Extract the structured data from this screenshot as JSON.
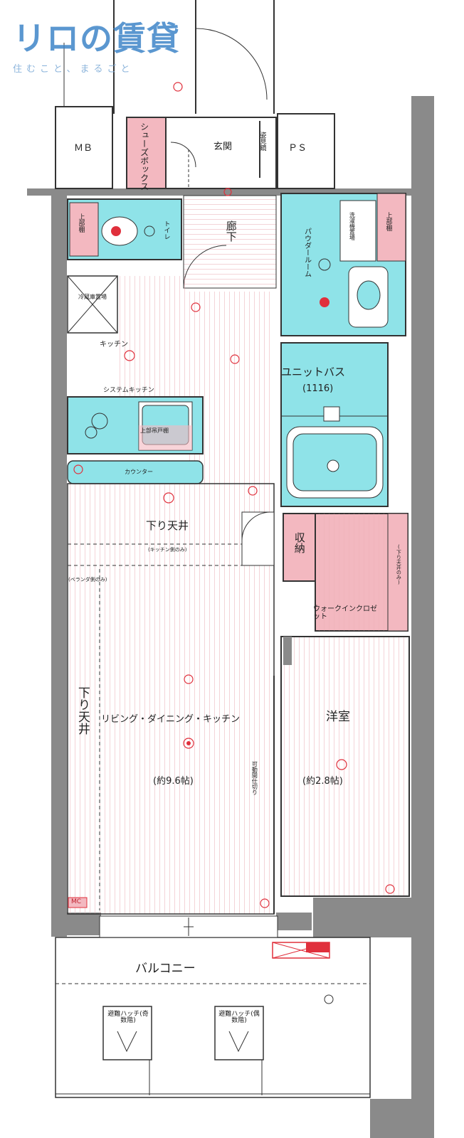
{
  "logo": {
    "text": "リロの賃貸",
    "tagline": "住むこと、まるごと"
  },
  "rooms": {
    "mb": "ＭＢ",
    "ps": "ＰＳ",
    "entrance": "玄関",
    "mirror": "姿見鏡",
    "shoe_box": "シューズボックス",
    "hallway": "廊下",
    "toilet": "トイレ",
    "toilet_cabinet": "上部棚",
    "powder_room": "パウダールーム",
    "washer": "洗濯機置場",
    "powder_cabinet": "上部棚",
    "fridge": "冷蔵庫置場",
    "kitchen": "キッチン",
    "system_kitchen": "システムキッチン",
    "upper_cabinet": "上部吊戸棚",
    "counter": "カウンター",
    "unit_bath": "ユニットバス",
    "unit_bath_size": "(1116)",
    "lowered_ceiling_1": "下り天井",
    "kitchen_note": "(キッチン側のみ)",
    "side_note": "(ベランダ側のみ)",
    "storage": "収納",
    "walk_in": "ウォークインクロゼット",
    "wic_note": "(下り天井のみ)",
    "lowered_ceiling_2": "下り天井",
    "ldk": "リビング・ダイニング・キッチン",
    "ldk_size": "(約9.6帖)",
    "western": "洋室",
    "western_size": "(約2.8帖)",
    "partition": "可動間仕切り",
    "mc": "MC",
    "balcony": "バルコニー",
    "hatch_1": "避難ハッチ(奇数階)",
    "hatch_2": "避難ハッチ(偶数階)"
  },
  "colors": {
    "wall": "#8a8a8a",
    "wet_area": "#8fe3e8",
    "storage_pink": "#f3b8c0",
    "floor_line": "#e8a9b0",
    "logo": "#3f86c8",
    "outlet": "#e0303c"
  }
}
